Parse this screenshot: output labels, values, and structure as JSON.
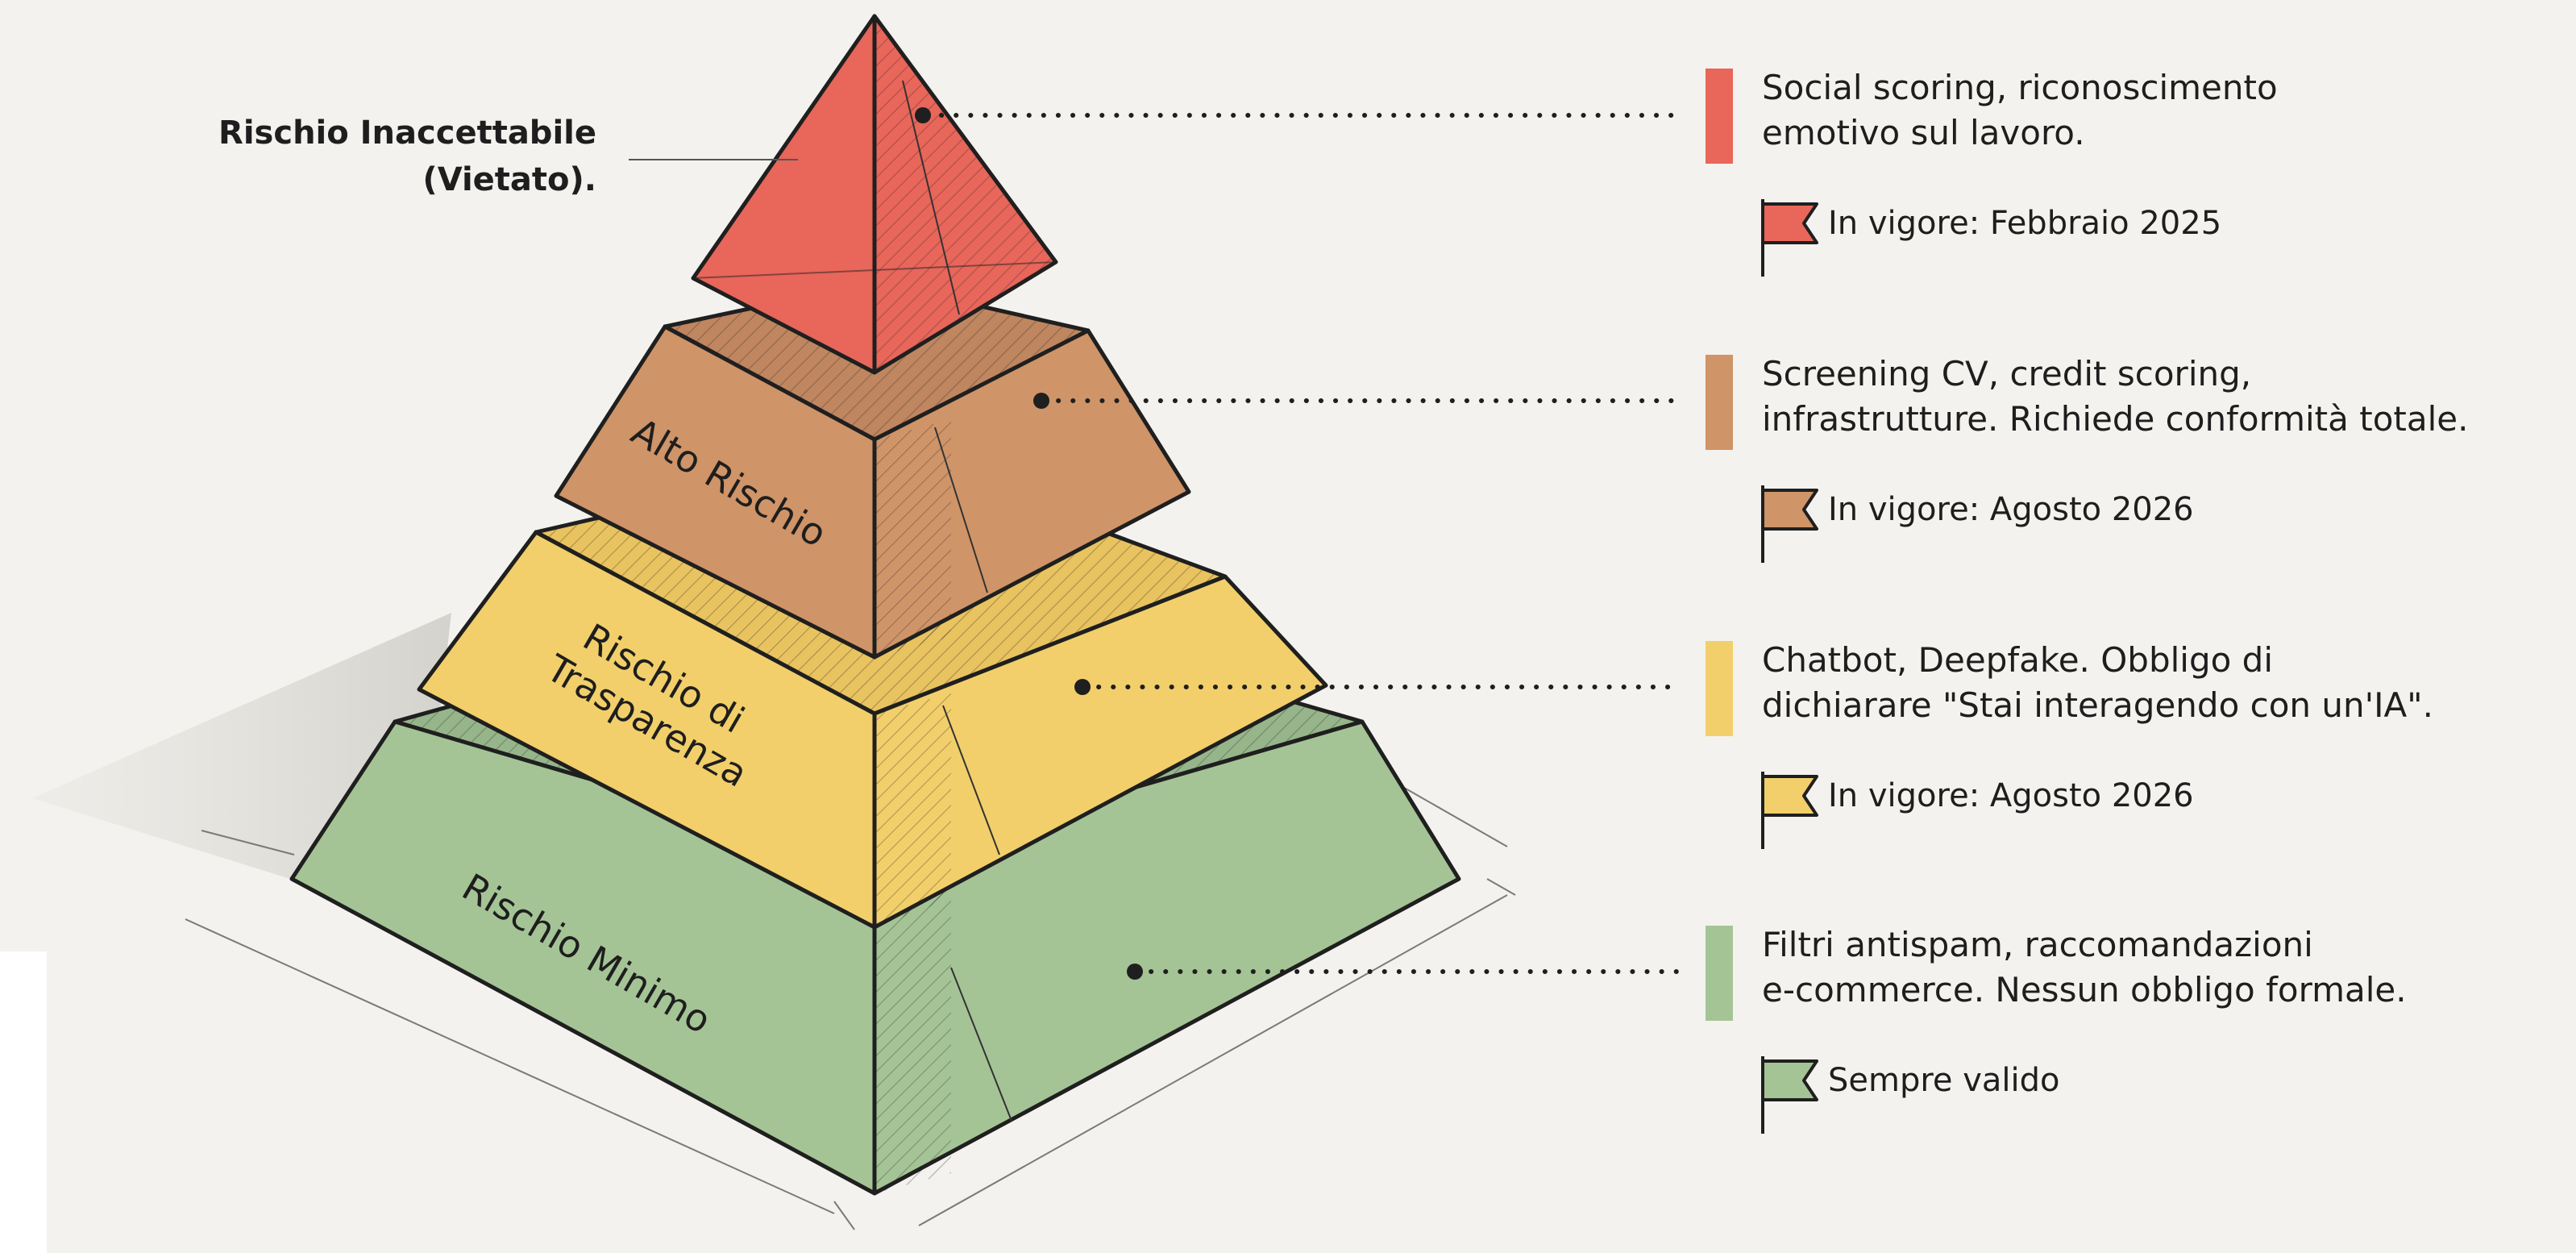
{
  "apex_label": {
    "line1": "Rischio Inaccettabile",
    "line2": "(Vietato)."
  },
  "tiers": [
    {
      "id": "inaccettabile",
      "name": "",
      "color": "#e8665a",
      "description": [
        "Social scoring, riconoscimento",
        "emotivo sul lavoro."
      ],
      "date": "In vigore: Febbraio 2025"
    },
    {
      "id": "alto",
      "name": "Alto Rischio",
      "color": "#cf9468",
      "description": [
        "Screening CV, credit scoring,",
        "infrastrutture. Richiede conformità totale."
      ],
      "date": "In vigore: Agosto 2026"
    },
    {
      "id": "trasparenza",
      "name": [
        "Rischio di",
        "Trasparenza"
      ],
      "color": "#f2cf6a",
      "description": [
        "Chatbot, Deepfake. Obbligo di",
        "dichiarare \"Stai interagendo con un'IA\"."
      ],
      "date": "In vigore: Agosto 2026"
    },
    {
      "id": "minimo",
      "name": "Rischio Minimo",
      "color": "#a5c496",
      "description": [
        "Filtri antispam, raccomandazioni",
        "e-commerce. Nessun obbligo formale."
      ],
      "date": "Sempre valido"
    }
  ]
}
